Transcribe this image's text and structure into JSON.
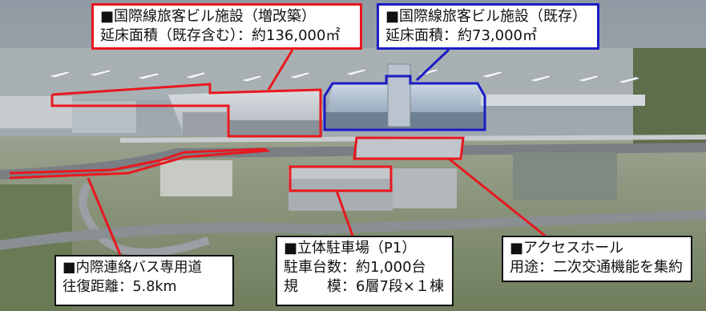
{
  "colors": {
    "expansion_outline": "#e8181e",
    "existing_outline": "#1c1cc4",
    "callout_background": "#ffffff"
  },
  "callouts": {
    "expansion": {
      "title": "■国際線旅客ビル施設（増改築）",
      "detail": "延床面積（既存含む）：約136,000㎡"
    },
    "existing": {
      "title": "■国際線旅客ビル施設（既存）",
      "detail": "延床面積：約73,000㎡"
    },
    "parking": {
      "title": "■立体駐車場（P1）",
      "capacity": "駐車台数：約1,000台",
      "scale": "規　　模：6層7段×１棟"
    },
    "access_hall": {
      "title": "■アクセスホール",
      "purpose": "用途：二次交通機能を集約"
    },
    "bus_road": {
      "title": "■内際連絡バス専用道",
      "distance": "往復距離：5.8km"
    }
  }
}
